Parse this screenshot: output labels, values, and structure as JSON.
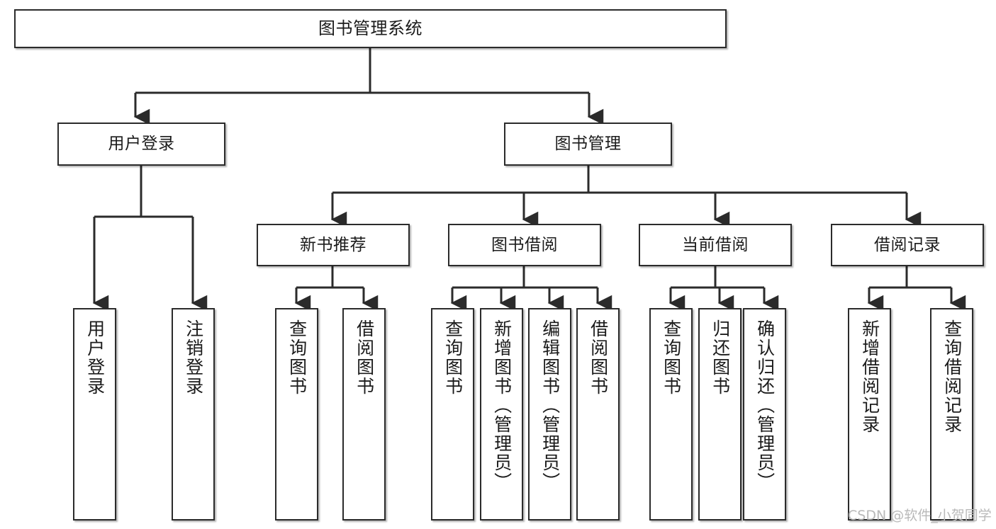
{
  "diagram": {
    "title": "图书管理系统",
    "type": "tree-hierarchy-diagram",
    "colors": {
      "box_border": "#2b2b2b",
      "box_fill": "#ffffff",
      "connector": "#2b2b2b",
      "watermark": "#b9b9b9"
    },
    "root": {
      "label": "图书管理系统"
    },
    "level2": [
      {
        "label": "用户登录"
      },
      {
        "label": "图书管理"
      }
    ],
    "level3": [
      {
        "label": "新书推荐"
      },
      {
        "label": "图书借阅"
      },
      {
        "label": "当前借阅"
      },
      {
        "label": "借阅记录"
      }
    ],
    "leaves": {
      "user_login": [
        {
          "label": "用户登录"
        },
        {
          "label": "注销登录"
        }
      ],
      "new_book_recommend": [
        {
          "label": "查询图书"
        },
        {
          "label": "借阅图书"
        }
      ],
      "book_borrow": [
        {
          "label": "查询图书"
        },
        {
          "label": "新增图书（管理员）"
        },
        {
          "label": "编辑图书（管理员）"
        },
        {
          "label": "借阅图书"
        }
      ],
      "current_borrow": [
        {
          "label": "查询图书"
        },
        {
          "label": "归还图书"
        },
        {
          "label": "确认归还（管理员）"
        }
      ],
      "borrow_record": [
        {
          "label": "新增借阅记录"
        },
        {
          "label": "查询借阅记录"
        }
      ]
    }
  },
  "watermark": {
    "text": "CSDN @软件_小贺同学"
  }
}
